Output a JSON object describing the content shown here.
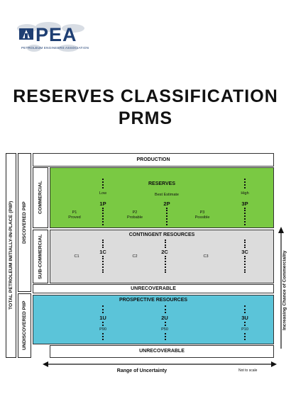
{
  "logo": {
    "name": "PEA",
    "subtitle": "PETROLEUM ENGINEERS ASSOCIATION"
  },
  "title": {
    "line1": "RESERVES CLASSIFICATION",
    "line2": "PRMS"
  },
  "diagram": {
    "left_label": "TOTAL PETROLEUM INITIALLY-IN-PLACE (PIIP)",
    "discovered_label": "DISCOVERED PIIP",
    "undiscovered_label": "UNDISCOVERED PIIP",
    "commercial_label": "COMMERCIAL",
    "subcommercial_label": "SUB-COMMERCIAL",
    "production": "PRODUCTION",
    "reserves": {
      "title": "RESERVES",
      "low": "Low",
      "best": "Best Estimate",
      "high": "High",
      "p1": "1P",
      "p2": "2P",
      "p3": "3P",
      "P1": "P1",
      "P1_desc": "Proved",
      "P2": "P2",
      "P2_desc": "Probable",
      "P3": "P3",
      "P3_desc": "Possible"
    },
    "contingent": {
      "title": "CONTINGENT RESOURCES",
      "c1": "C1",
      "c2": "C2",
      "c3": "C3",
      "m1": "1C",
      "m2": "2C",
      "m3": "3C"
    },
    "unrecoverable1": "UNRECOVERABLE",
    "prospective": {
      "title": "PROSPECTIVE RESOURCES",
      "m1": "1U",
      "m2": "2U",
      "m3": "3U",
      "p90": "P90",
      "p50": "P50",
      "p10": "P10"
    },
    "unrecoverable2": "UNRECOVERABLE",
    "x_axis": "Range of Uncertainty",
    "scale_note": "Not to scale",
    "y_axis": "Increasing Chance of Commerciality"
  },
  "colors": {
    "reserves": "#7ac943",
    "contingent": "#dcdcdc",
    "prospective": "#5bc4d9",
    "logo": "#1f3f73"
  }
}
